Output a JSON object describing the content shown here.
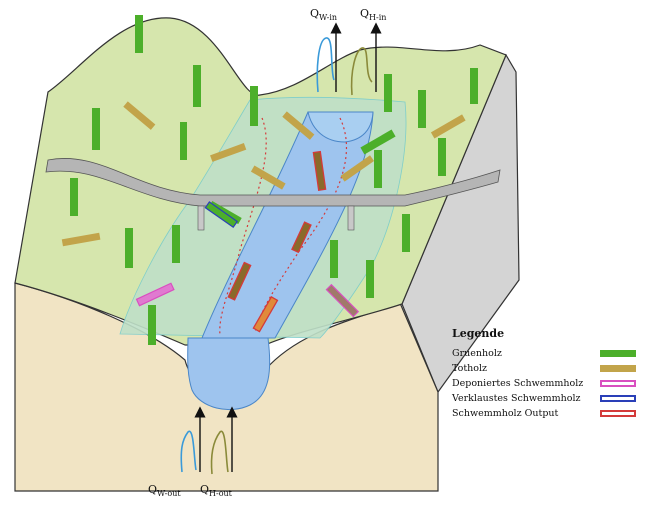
{
  "flows": {
    "q_w_in": {
      "main": "Q",
      "sub": "W-in"
    },
    "q_h_in": {
      "main": "Q",
      "sub": "H-in"
    },
    "q_w_out": {
      "main": "Q",
      "sub": "W-out"
    },
    "q_h_out": {
      "main": "Q",
      "sub": "H-out"
    }
  },
  "legend": {
    "title": "Legende",
    "items": [
      {
        "label": "Gruenholz",
        "color": "#4caf2a",
        "style": "filled"
      },
      {
        "label": "Totholz",
        "color": "#c2a44a",
        "style": "filled"
      },
      {
        "label": "Deponiertes Schwemmholz",
        "color": "#d94fc0",
        "style": "outline"
      },
      {
        "label": "Verklaustes Schwemmholz",
        "color": "#2a3fb8",
        "style": "outline"
      },
      {
        "label": "Schwemmholz Output",
        "color": "#d43a3a",
        "style": "outline"
      }
    ]
  },
  "colors": {
    "terrain": "#d6e6ad",
    "soil": "#f0e3c3",
    "cliff": "#d4d4d4",
    "water": "#9ec4ee",
    "floodplain": "#bfdfc8",
    "road": "#b5b5b5",
    "flow_water": "#3a9ad9",
    "flow_wood": "#8a8a3a"
  }
}
